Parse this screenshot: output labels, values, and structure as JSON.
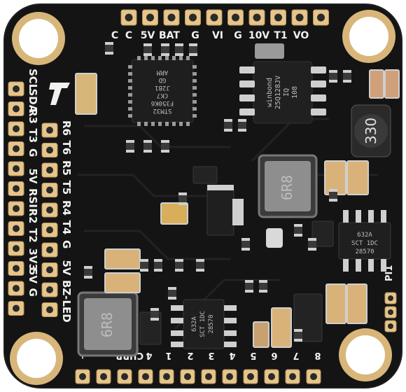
{
  "board": {
    "colors": {
      "pcb": "#141414",
      "pad": "#e6c58b",
      "silk": "#f1f1ef",
      "hole": "#ffffff",
      "chip": "#1e1e1e"
    },
    "top_labels": [
      "C",
      "C",
      "5V",
      "BAT",
      "G",
      "VI",
      "G",
      "10V",
      "T1",
      "VO"
    ],
    "left_col_labels": [
      "SCL",
      "SDA",
      "R3",
      "T3",
      "G",
      "5V",
      "RSI",
      "R2",
      "T2",
      "3V3",
      "5V",
      "G"
    ],
    "right_col_labels": [
      "R6",
      "T6",
      "R5",
      "T5",
      "R4",
      "T4",
      "G",
      "5V",
      "BZ-",
      "LED"
    ],
    "bottom_labels": [
      "+",
      "-",
      "CURR",
      "4",
      "1",
      "2",
      "3",
      "4",
      "5",
      "6",
      "7",
      "8"
    ],
    "side_label": "PI1",
    "logo_text": "T"
  },
  "components": {
    "mcu_text": [
      "STM32",
      "F350K6",
      "CK7",
      "J2B1",
      "GD",
      "ARM"
    ],
    "flash_text": [
      "winbond",
      "25Q128JV",
      "IQ",
      "108"
    ],
    "inductor_codes": [
      "6R8",
      "6R8"
    ],
    "regulator_text": [
      "632A",
      "SCT 1DC",
      "28570"
    ],
    "capacitor_code": "330"
  }
}
